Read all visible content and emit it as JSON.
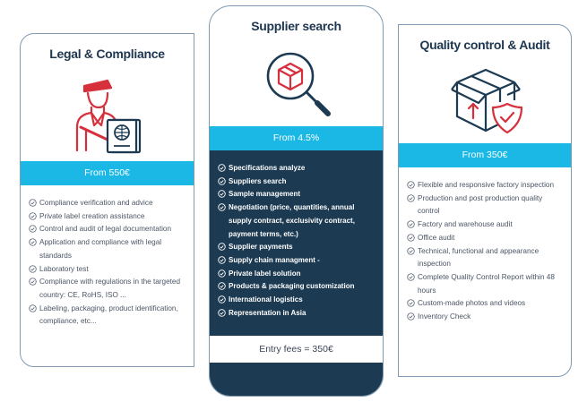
{
  "cards": {
    "legal": {
      "title": "Legal & Compliance",
      "price": "From 550€",
      "features": [
        "Compliance verification and advice",
        "Private label creation assistance",
        "Control and audit of legal documentation",
        "Application and compliance with legal standards",
        "Laboratory test",
        "Compliance with regulations in the targeted country: CE, RoHS, ISO ...",
        "Labeling, packaging, product identification, compliance, etc..."
      ]
    },
    "supplier": {
      "title": "Supplier search",
      "price": "From 4.5%",
      "features": [
        "Specifications analyze",
        "Suppliers search",
        "Sample management",
        "Negotiation (price, quantities, annual supply contract, exclusivity contract, payment terms, etc.)",
        "Supplier payments",
        "Supply chain managment -",
        "Private label solution",
        "Products & packaging customization",
        "International logistics",
        "Representation in Asia"
      ],
      "entry_fees": "Entry fees = 350€"
    },
    "quality": {
      "title": "Quality control & Audit",
      "price": "From 350€",
      "features": [
        "Flexible and responsive factory inspection",
        "Production and post production quality control",
        "Factory and warehouse audit",
        "Office audit",
        "Technical, functional and appearance inspection",
        "Complete Quality Control Report within 48 hours",
        "Custom-made photos and videos",
        "Inventory Check"
      ]
    }
  },
  "icons": {
    "legal": "customs-officer-passport-icon",
    "supplier": "box-magnifier-icon",
    "quality": "package-shield-icon",
    "check": "check-circle-icon"
  },
  "colors": {
    "accent": "#1bb8e6",
    "dark": "#1c3a52",
    "icon_red": "#d6303c",
    "title": "#1e3650"
  }
}
